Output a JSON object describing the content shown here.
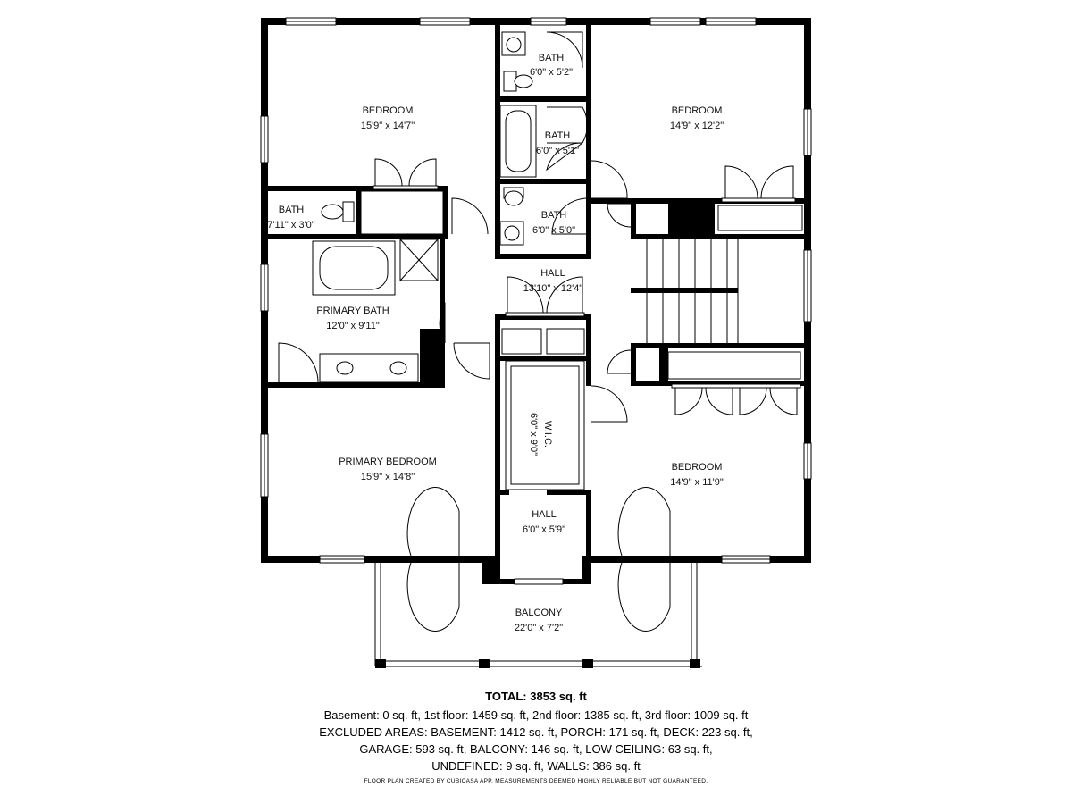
{
  "rooms": {
    "bedroom_nw": {
      "name": "BEDROOM",
      "dims": "15'9\" x 14'7\""
    },
    "bath_top": {
      "name": "BATH",
      "dims": "6'0\" x 5'2\""
    },
    "bath_mid": {
      "name": "BATH",
      "dims": "6'0\" x 5'1\""
    },
    "bath_low": {
      "name": "BATH",
      "dims": "6'0\" x 5'0\""
    },
    "bedroom_ne": {
      "name": "BEDROOM",
      "dims": "14'9\" x 12'2\""
    },
    "bath_small": {
      "name": "BATH",
      "dims": "7'11\" x 3'0\""
    },
    "hall_center": {
      "name": "HALL",
      "dims": "13'10\" x 12'4\""
    },
    "primary_bath": {
      "name": "PRIMARY BATH",
      "dims": "12'0\" x 9'11\""
    },
    "wic": {
      "name": "W.I.C.",
      "dims": "6'0\" x 9'0\""
    },
    "primary_bedroom": {
      "name": "PRIMARY BEDROOM",
      "dims": "15'9\" x 14'8\""
    },
    "bedroom_se": {
      "name": "BEDROOM",
      "dims": "14'9\" x 11'9\""
    },
    "hall_small": {
      "name": "HALL",
      "dims": "6'0\" x 5'9\""
    },
    "balcony": {
      "name": "BALCONY",
      "dims": "22'0\" x 7'2\""
    }
  },
  "summary": {
    "total": "TOTAL: 3853 sq. ft",
    "line1": "Basement: 0 sq. ft, 1st floor: 1459 sq. ft, 2nd floor: 1385 sq. ft, 3rd floor: 1009 sq. ft",
    "line2": "EXCLUDED AREAS: BASEMENT: 1412 sq. ft, PORCH: 171 sq. ft, DECK: 223 sq. ft,",
    "line3": "GARAGE: 593 sq. ft, BALCONY: 146 sq. ft, LOW CEILING: 63 sq. ft,",
    "line4": "UNDEFINED: 9 sq. ft, WALLS: 386 sq. ft",
    "credit": "FLOOR PLAN CREATED BY CUBICASA APP. MEASUREMENTS DEEMED HIGHLY RELIABLE BUT NOT GUARANTEED."
  }
}
